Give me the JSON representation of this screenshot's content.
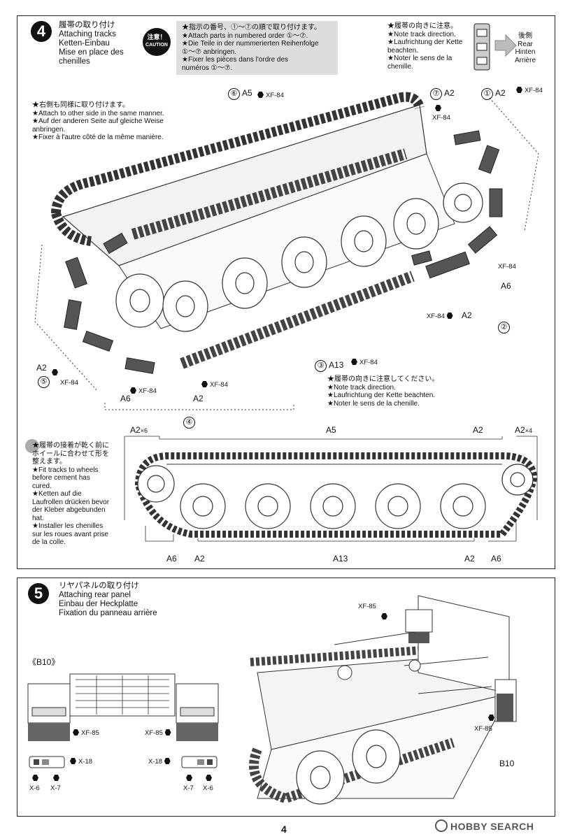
{
  "step4": {
    "number": "4",
    "title_ja": "履帯の取り付け",
    "title_en": "Attaching tracks",
    "title_de": "Ketten-Einbau",
    "title_fr1": "Mise en place des",
    "title_fr2": "chenilles",
    "caution_badge_ja": "注意！",
    "caution_badge_en": "CAUTION",
    "caution_lines": [
      "★指示の番号、①～⑦の順で取り付けます。",
      "★Attach parts in numbered order ①～⑦.",
      "★Die Teile in der nummerierten Reihenfolge",
      "①～⑦ anbringen.",
      "★Fixer les pièces dans l'ordre des",
      "numéros ①～⑦."
    ],
    "direction_note": [
      "★履帯の向きに注意。",
      "★Note track direction.",
      "★Laufrichtung der Kette",
      "beachten.",
      "★Noter le sens de la",
      "chenille."
    ],
    "rear_labels": [
      "後側",
      "Rear",
      "Hinten",
      "Arrière"
    ],
    "other_side_note": [
      "★右側も同様に取り付けます。",
      "★Attach to other side in the same manner.",
      "★Auf der anderen Seite auf gleiche Weise",
      "anbringen.",
      "★Fixer à l'autre côté de la même manière."
    ],
    "callouts": {
      "c6": "⑥",
      "a5": "A5",
      "xf84": "XF-84",
      "c7": "⑦",
      "a2": "A2",
      "c1": "①",
      "a6": "A6",
      "c2": "②",
      "c3": "③",
      "a13": "A13",
      "c5": "⑤",
      "c4": "④"
    },
    "direction_note2": [
      "★履帯の向きに注意してください。",
      "★Note track direction.",
      "★Laufrichtung der Kette beachten.",
      "★Noter le sens de la chenille."
    ],
    "fit_note": [
      "★履帯の接着が乾く前に",
      "ホイールに合わせて形を",
      "整えます。",
      "★Fit tracks to wheels",
      "before cement has",
      "cured.",
      "★Ketten auf die",
      "Laufrollen drücken bevor",
      "der Kleber abgebunden",
      "hat.",
      "★Installer les chenilles",
      "sur les roues avant prise",
      "de la colle."
    ],
    "diagram_labels": {
      "a2x6": "A2",
      "x6": "×6",
      "a5": "A5",
      "a2_right": "A2",
      "a2x4": "A2",
      "x4": "×4",
      "a6_left": "A6",
      "a2_bl": "A2",
      "a13": "A13",
      "a2_br": "A2",
      "a6_right": "A6"
    }
  },
  "step5": {
    "number": "5",
    "title_ja": "リヤパネルの取り付け",
    "title_en": "Attaching rear panel",
    "title_de": "Einbau der Heckplatte",
    "title_fr": "Fixation du panneau arrière",
    "panel_label": "《B10》",
    "labels": {
      "xf85": "XF-85",
      "x18": "X-18",
      "x6": "X-6",
      "x7": "X-7",
      "b10": "B10"
    }
  },
  "footer": {
    "page_number": "4",
    "brand_text": "HOBBY SEARCH"
  }
}
